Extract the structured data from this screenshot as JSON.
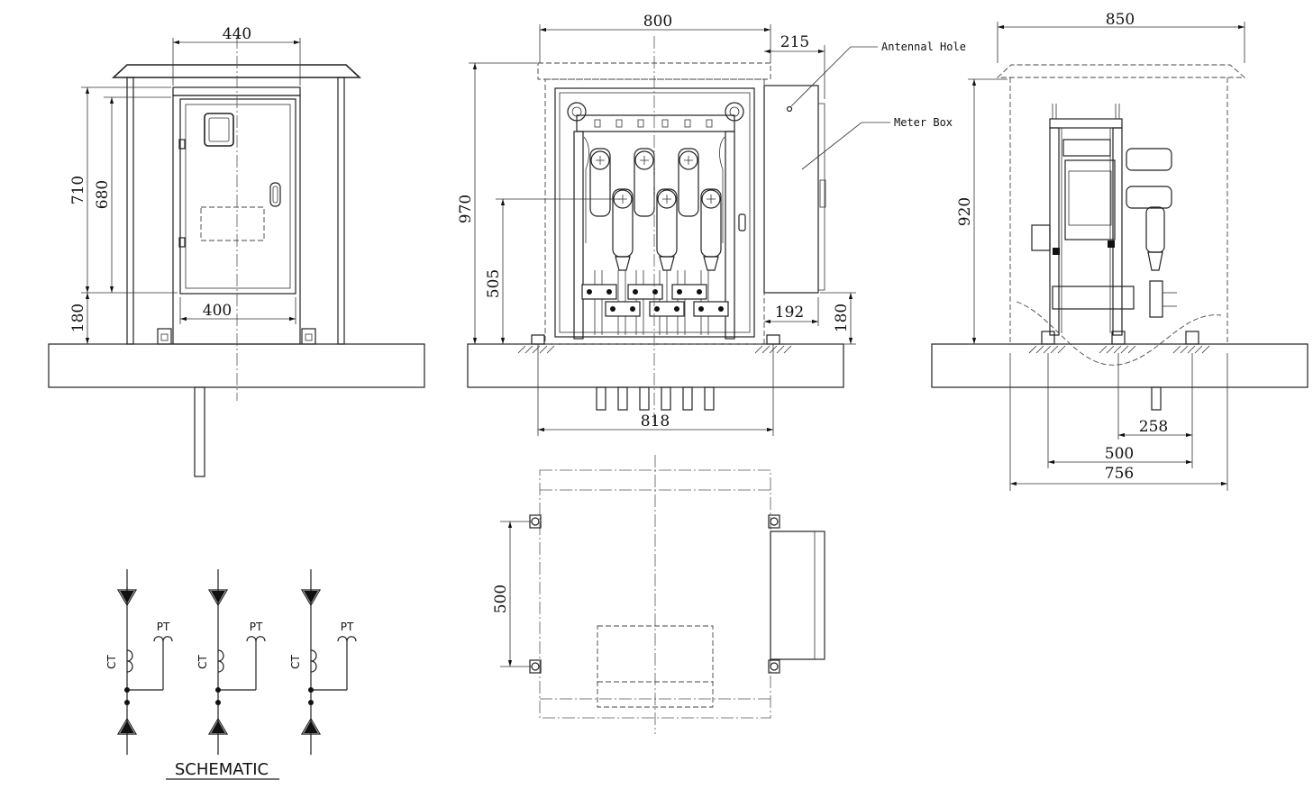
{
  "front_view": {
    "dims": {
      "roof_width": "440",
      "height_total": "710",
      "door_height": "680",
      "base_height": "180",
      "door_width": "400"
    }
  },
  "section_view": {
    "dims": {
      "width": "800",
      "meter_box_depth": "215",
      "height": "970",
      "mount_height": "505",
      "meter_box_offset": "192",
      "base_height": "180",
      "anchor_span": "818"
    },
    "callouts": {
      "antenna_hole": "Antennal Hole",
      "meter_box": "Meter Box"
    }
  },
  "side_view": {
    "dims": {
      "roof_width": "850",
      "height": "920",
      "half_span": "258",
      "anchor_span": "500",
      "base_span": "756"
    }
  },
  "plan_view": {
    "dims": {
      "anchor_span": "500"
    }
  },
  "schematic": {
    "title": "SCHEMATIC",
    "phases": [
      {
        "ct_label": "CT",
        "pt_label": "PT"
      },
      {
        "ct_label": "CT",
        "pt_label": "PT"
      },
      {
        "ct_label": "CT",
        "pt_label": "PT"
      }
    ]
  }
}
